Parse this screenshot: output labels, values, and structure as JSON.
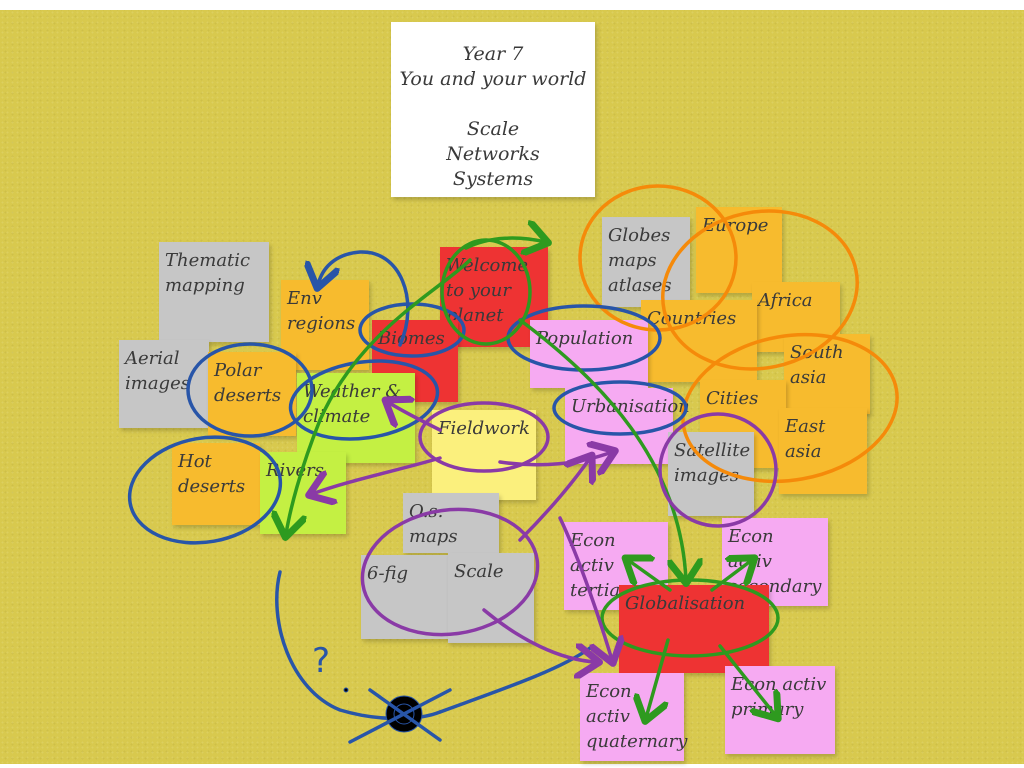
{
  "title_card": {
    "text": "Year 7\nYou and your world\n\nScale\nNetworks\nSystems"
  },
  "notes": {
    "thematic_mapping": "Thematic\nmapping",
    "env_regions": "Env\nregions",
    "welcome": "Welcome\nto your\nplanet",
    "globes_maps_atlases": "Globes\nmaps\natlases",
    "europe": "Europe",
    "africa": "Africa",
    "countries": "Countries",
    "south_asia": "South\nasia",
    "east_asia": "East\nasia",
    "cities": "Cities",
    "aerial_images": "Aerial\nimages",
    "polar_deserts": "Polar\ndeserts",
    "biomes": "Biomes",
    "weather_climate": "Weather &\nclimate",
    "population": "Population",
    "urbanisation": "Urbanisation",
    "fieldwork": "Fieldwork",
    "satellite_images": "Satellite\nimages",
    "hot_deserts": "Hot\ndeserts",
    "rivers": "Rivers",
    "os_maps": "O.s.\nmaps",
    "six_fig": "6-fig",
    "scale": "Scale",
    "econ_tertiary": "Econ activ\ntertiary",
    "econ_secondary": "Econ activ\nsecondary",
    "globalisation": "Globalisation",
    "econ_quaternary": "Econ activ\nquaternary",
    "econ_primary": "Econ activ\nprimary"
  },
  "annotation": {
    "question_mark": "?"
  },
  "colors": {
    "board": "#d8c94e",
    "grey_note": "#c6c6c6",
    "orange_note": "#f7bb2e",
    "red_note": "#ee3333",
    "pink_note": "#f6aaf2",
    "yellow_note": "#fbf07d",
    "lime_note": "#c4f043",
    "ink_blue": "#2855a8",
    "ink_orange": "#f58a0a",
    "ink_green": "#2e9a1f",
    "ink_purple": "#8a3aa6"
  }
}
